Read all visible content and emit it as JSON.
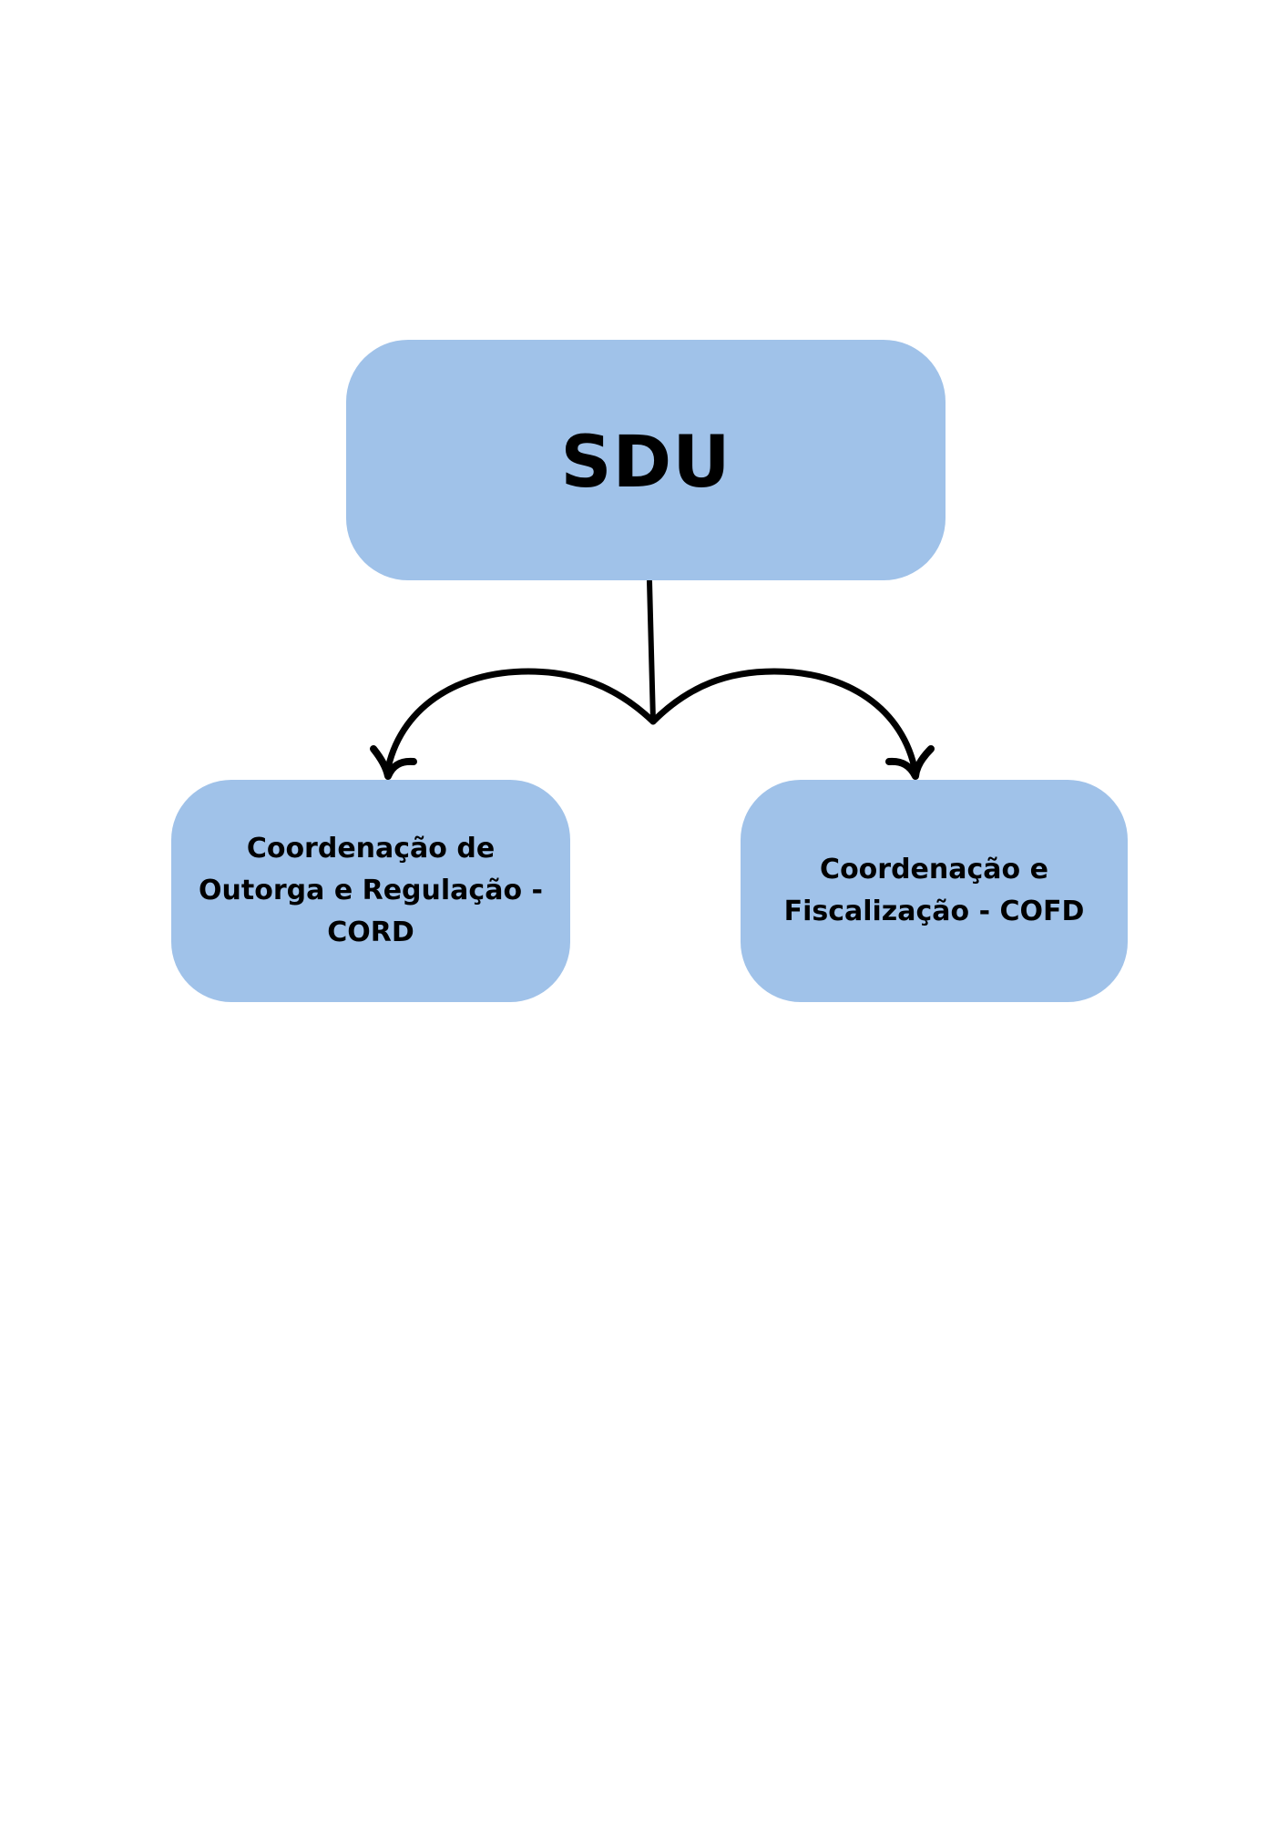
{
  "diagram": {
    "root": {
      "label": "SDU"
    },
    "children": [
      {
        "label": "Coordenação de Outorga e Regulação - CORD"
      },
      {
        "label": "Coordenação e Fiscalização - COFD"
      }
    ],
    "colors": {
      "node_fill": "#a0c2e9",
      "text": "#000000",
      "connector": "#000000",
      "background": "#ffffff"
    }
  }
}
